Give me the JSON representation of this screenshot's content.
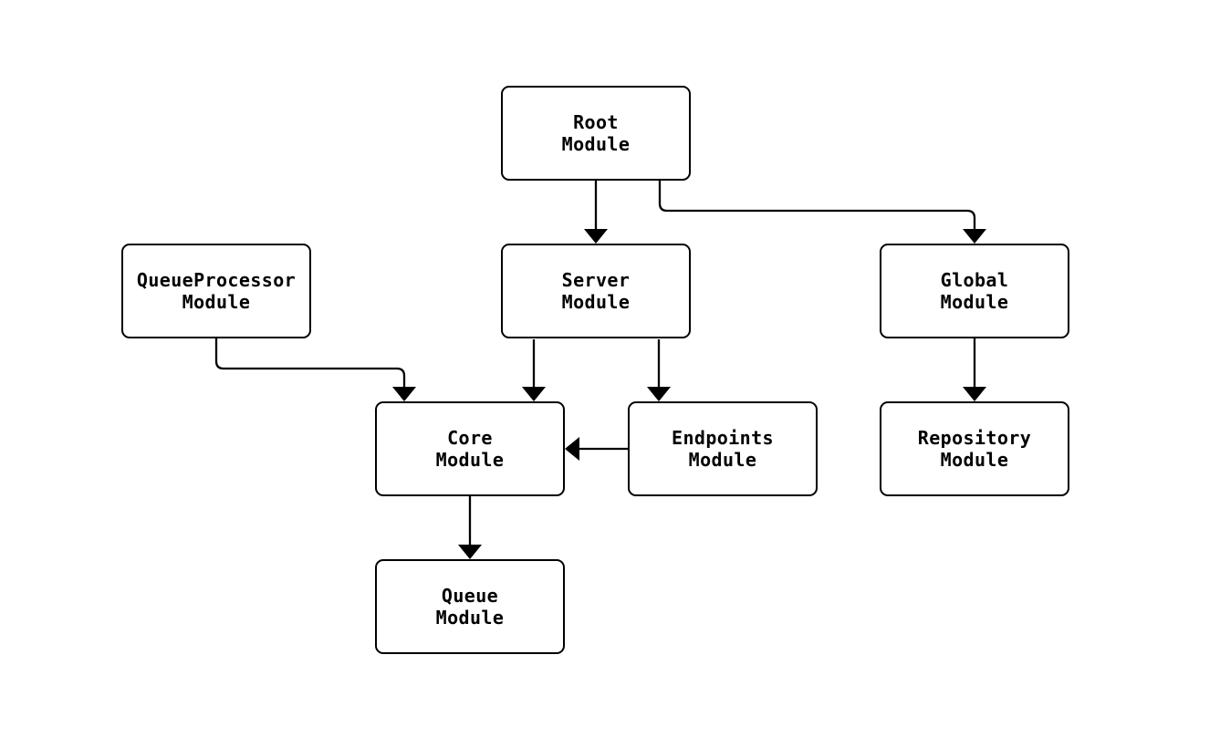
{
  "diagram": {
    "type": "module-dependency-flowchart",
    "background": "#ffffff",
    "stroke_color": "#000000",
    "node_fill": "#ffffff",
    "text_color": "#000000"
  },
  "nodes": {
    "root": {
      "line1": "Root",
      "line2": "Module"
    },
    "server": {
      "line1": "Server",
      "line2": "Module"
    },
    "global": {
      "line1": "Global",
      "line2": "Module"
    },
    "queueprocessor": {
      "line1": "QueueProcessor",
      "line2": "Module"
    },
    "core": {
      "line1": "Core",
      "line2": "Module"
    },
    "endpoints": {
      "line1": "Endpoints",
      "line2": "Module"
    },
    "repository": {
      "line1": "Repository",
      "line2": "Module"
    },
    "queue": {
      "line1": "Queue",
      "line2": "Module"
    }
  },
  "edges": [
    {
      "from": "Root Module",
      "to": "Server Module"
    },
    {
      "from": "Root Module",
      "to": "Global Module"
    },
    {
      "from": "QueueProcessor Module",
      "to": "Core Module"
    },
    {
      "from": "Server Module",
      "to": "Core Module"
    },
    {
      "from": "Server Module",
      "to": "Endpoints Module"
    },
    {
      "from": "Endpoints Module",
      "to": "Core Module"
    },
    {
      "from": "Global Module",
      "to": "Repository Module"
    },
    {
      "from": "Core Module",
      "to": "Queue Module"
    }
  ]
}
